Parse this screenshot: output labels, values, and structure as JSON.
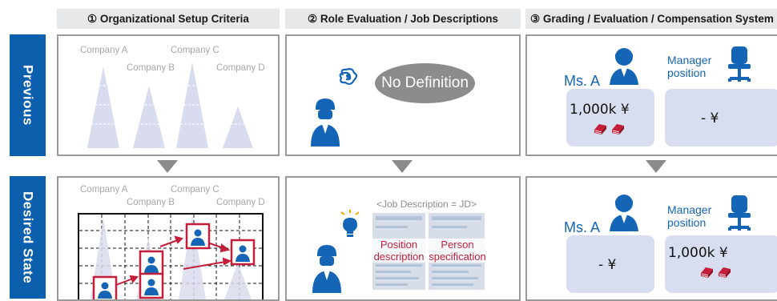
{
  "headers": {
    "col1": "① Organizational Setup Criteria",
    "col2": "② Role Evaluation / Job Descriptions",
    "col3": "③ Grading / Evaluation / Compensation System"
  },
  "rows": {
    "previous": "Previous",
    "desired": "Desired State"
  },
  "companies": {
    "a": "Company A",
    "b": "Company B",
    "c": "Company C",
    "d": "Company D"
  },
  "previous": {
    "bubble": "No Definition",
    "person_name": "Ms. A",
    "manager_label_1": "Manager",
    "manager_label_2": "position",
    "person_amount": "1,000k ¥",
    "manager_amount": "- ¥"
  },
  "desired": {
    "jd_title": "<Job Description = JD>",
    "position_1": "Position",
    "position_2": "description",
    "person_1": "Person",
    "person_2": "specification",
    "person_name": "Ms. A",
    "manager_label_1": "Manager",
    "manager_label_2": "position",
    "person_amount": "- ¥",
    "manager_amount": "1,000k ¥"
  },
  "colors": {
    "row_label": "#0b5fad",
    "icon_blue": "#1565b7",
    "highlight_red": "#c41e3a",
    "triangle": "#d9dcef",
    "salary_box": "#d8ddef"
  }
}
